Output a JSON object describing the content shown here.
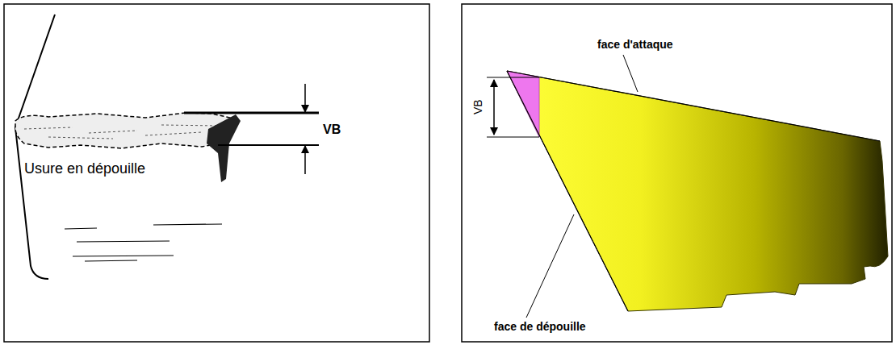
{
  "diagram": {
    "labels": [
      "VB",
      "Usure en dépouille",
      "face d'attaque",
      "VB",
      "face de dépouille"
    ]
  }
}
